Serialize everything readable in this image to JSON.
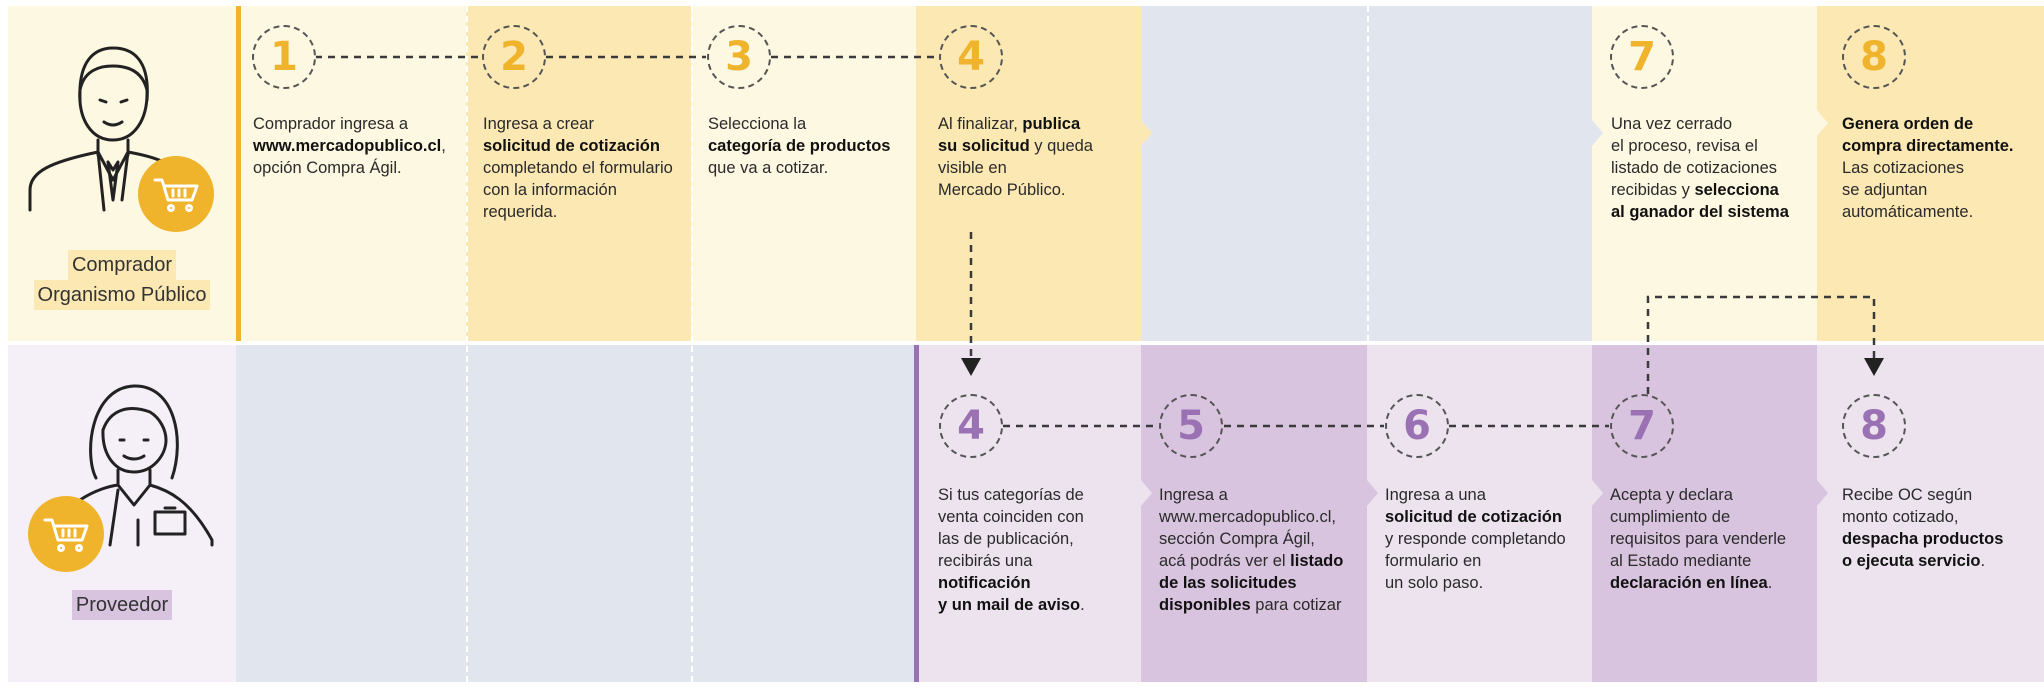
{
  "colors": {
    "buyer_row_bg": "#fdf8e1",
    "buyer_active": "#fbe8b3",
    "supplier_row_bg": "#f5f0f7",
    "supplier_active": "#d9c4df",
    "supplier_light": "#ece3ef",
    "inactive": "#e1e5ee",
    "yellow_accent": "#f0b32c",
    "purple_accent": "#9a72b3"
  },
  "roles": {
    "buyer": {
      "line1": "Comprador",
      "line2": "Organismo Público"
    },
    "supplier": {
      "line1": "Proveedor"
    }
  },
  "buyer_steps": [
    {
      "num": "1",
      "parts": [
        {
          "t": "Comprador ingresa a\n"
        },
        {
          "t": "www.mercadopublico.cl",
          "b": true
        },
        {
          "t": ",\nopción Compra Ágil."
        }
      ]
    },
    {
      "num": "2",
      "parts": [
        {
          "t": "Ingresa a crear\n"
        },
        {
          "t": "solicitud de cotización",
          "b": true
        },
        {
          "t": "\ncompletando el formulario\ncon la información\nrequerida."
        }
      ]
    },
    {
      "num": "3",
      "parts": [
        {
          "t": "Selecciona la\n"
        },
        {
          "t": "categoría de productos",
          "b": true
        },
        {
          "t": "\nque va a cotizar."
        }
      ]
    },
    {
      "num": "4",
      "parts": [
        {
          "t": "Al finalizar, "
        },
        {
          "t": "publica\nsu solicitud",
          "b": true
        },
        {
          "t": " y queda\nvisible en\nMercado Público."
        }
      ]
    },
    {
      "num": "7",
      "parts": [
        {
          "t": "Una vez cerrado\nel proceso, revisa el\nlistado de cotizaciones\nrecibidas y "
        },
        {
          "t": "selecciona\nal ganador del sistema",
          "b": true
        }
      ]
    },
    {
      "num": "8",
      "parts": [
        {
          "t": "Genera orden de\ncompra directamente.",
          "b": true
        },
        {
          "t": "\nLas cotizaciones\nse adjuntan\nautomáticamente."
        }
      ]
    }
  ],
  "supplier_steps": [
    {
      "num": "4",
      "parts": [
        {
          "t": "Si tus categorías de\nventa coinciden con\nlas de publicación,\nrecibirás una\n"
        },
        {
          "t": "notificación\ny un mail de aviso",
          "b": true
        },
        {
          "t": "."
        }
      ]
    },
    {
      "num": "5",
      "parts": [
        {
          "t": "Ingresa a\nwww.mercadopublico.cl,\nsección Compra Ágil,\nacá podrás ver el "
        },
        {
          "t": "listado\nde las solicitudes\ndisponibles",
          "b": true
        },
        {
          "t": " para cotizar"
        }
      ]
    },
    {
      "num": "6",
      "parts": [
        {
          "t": "Ingresa a una\n"
        },
        {
          "t": "solicitud de cotización",
          "b": true
        },
        {
          "t": "\ny responde completando\nformulario en\nun solo paso."
        }
      ]
    },
    {
      "num": "7",
      "parts": [
        {
          "t": "Acepta y declara\ncumplimiento de\nrequisitos para venderle\nal Estado mediante\n"
        },
        {
          "t": "declaración en línea",
          "b": true
        },
        {
          "t": "."
        }
      ]
    },
    {
      "num": "8",
      "parts": [
        {
          "t": "Recibe OC según\nmonto cotizado,\n"
        },
        {
          "t": "despacha productos\no ejecuta servicio",
          "b": true
        },
        {
          "t": "."
        }
      ]
    }
  ]
}
